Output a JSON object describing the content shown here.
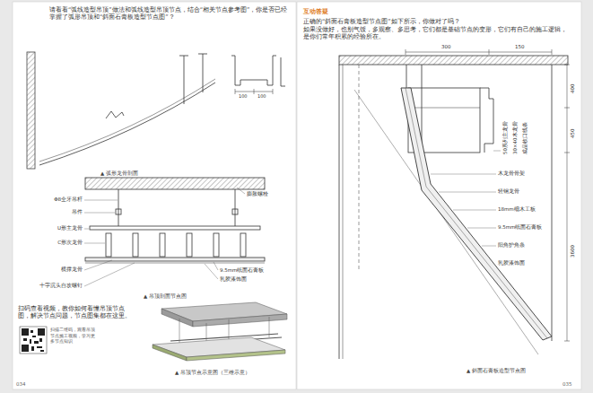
{
  "diagram": {
    "labels": [
      "请看看“弧线造型吊顶”做法和弧线造型吊顶节点，结合“相关节点参考图”，你是否已经掌握了弧形吊顶和“斜面石膏板造型节点图”？",
      "▲ 弧形龙骨剖面",
      "100",
      "100",
      "Φ8全牙吊杆",
      "吊件",
      "U形主龙骨",
      "C形次龙骨",
      "横撑龙骨",
      "十字沉头自攻螺钉",
      "膨胀螺栓",
      "9.5mm纸面石膏板",
      "乳胶漆饰面",
      "▲ 吊顶剖面节点图",
      "扫码查看视频，教你如何看懂吊顶节点图，解决节点问题，节点图集都在这里。",
      "扫描二维码，观看吊顶节点施工视频，学习更多节点知识",
      "▲ 吊顶节点示意图（三维示意）",
      "034",
      "互动答疑",
      "正确的“斜面石膏板造型节点图”如下所示，你做对了吗？",
      "如果没做好，也别气馁，多观察、多思考，它们都是基础节点的变形，它们有自己的施工逻辑，是你们常年积累的经验所在。",
      "300",
      "150",
      "50系列主龙骨",
      "30×40木龙骨",
      "成品收口线条",
      "木龙骨骨架",
      "轻钢龙骨",
      "18mm细木工板",
      "9.5mm纸面石膏板",
      "阳角护角条",
      "乳胶漆饰面",
      "400",
      "450",
      "3600",
      "▲ 斜面石膏板造型节点图",
      "035"
    ]
  }
}
